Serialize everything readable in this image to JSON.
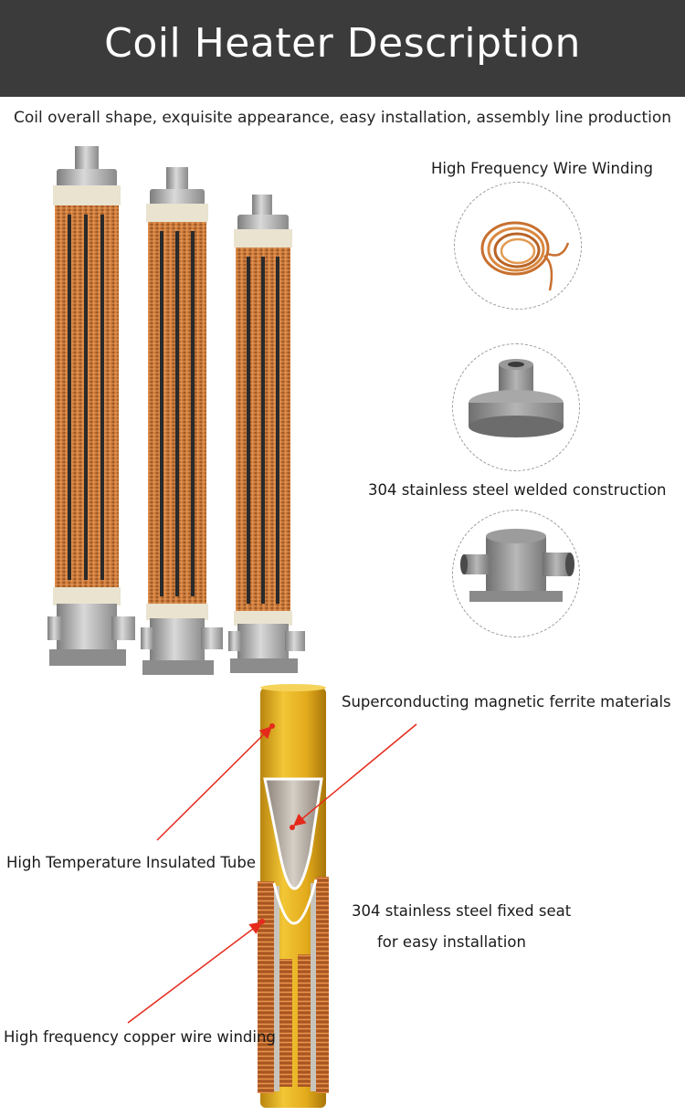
{
  "header": {
    "title": "Coil Heater Description",
    "subtitle": "Coil overall shape, exquisite appearance, easy installation, assembly line production"
  },
  "features": {
    "wire_winding": "High Frequency Wire Winding",
    "welded_construction": "304 stainless steel welded construction"
  },
  "diagram": {
    "ferrite_label": "Superconducting magnetic ferrite materials",
    "tube_label": "High Temperature Insulated Tube",
    "fixed_seat_line1": "304 stainless steel fixed seat",
    "fixed_seat_line2": "for easy installation",
    "copper_label": "High frequency copper wire winding"
  },
  "colors": {
    "header_bg": "#3b3b3b",
    "copper": "#c8702f",
    "tube_yellow": "#e8b21f",
    "arrow_red": "#e52a1c",
    "steel": "#8c8c8c"
  }
}
